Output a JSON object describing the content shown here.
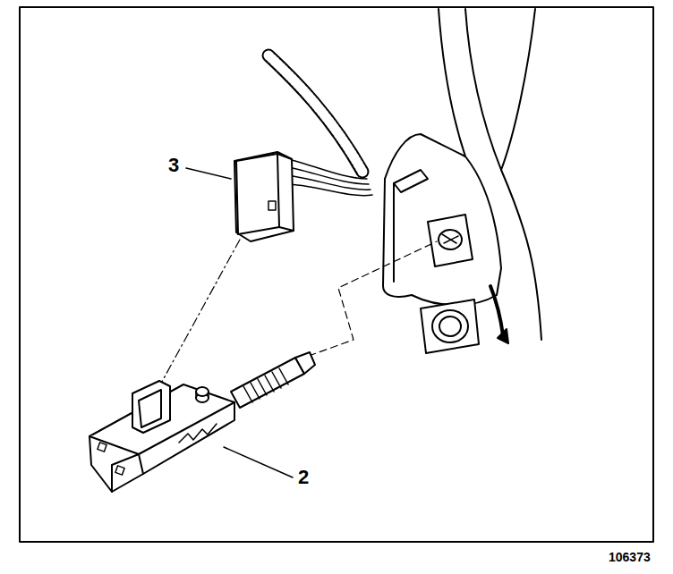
{
  "diagram": {
    "labels": [
      "3",
      "2",
      "106373"
    ]
  }
}
